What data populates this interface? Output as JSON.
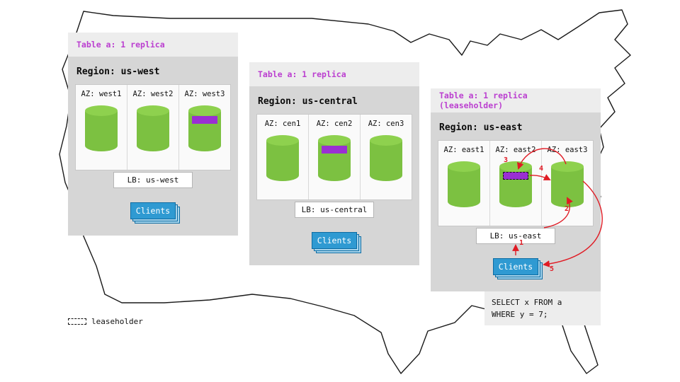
{
  "regions": [
    {
      "table_label": "Table a: 1 replica",
      "region_label": "Region: us-west",
      "azs": [
        "AZ: west1",
        "AZ: west2",
        "AZ: west3"
      ],
      "lb": "LB: us-west",
      "clients": "Clients"
    },
    {
      "table_label": "Table a: 1 replica",
      "region_label": "Region: us-central",
      "azs": [
        "AZ: cen1",
        "AZ: cen2",
        "AZ: cen3"
      ],
      "lb": "LB: us-central",
      "clients": "Clients"
    },
    {
      "table_label": "Table a: 1 replica (leaseholder)",
      "region_label": "Region: us-east",
      "azs": [
        "AZ: east1",
        "AZ: east2",
        "AZ: east3"
      ],
      "lb": "LB: us-east",
      "clients": "Clients"
    }
  ],
  "flow_steps": [
    "1",
    "2",
    "3",
    "4",
    "5"
  ],
  "sql": {
    "line1": "SELECT x FROM a",
    "line2": "WHERE y = 7;"
  },
  "legend": {
    "label": "leaseholder"
  },
  "colors": {
    "green": "#7cc141",
    "green_top": "#8ed14e",
    "purple": "#9a2fd3",
    "blue": "#2f9ad2",
    "magenta": "#bb3fd0",
    "red": "#e01b24"
  }
}
